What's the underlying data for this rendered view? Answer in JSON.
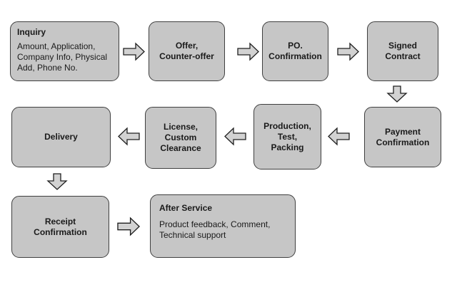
{
  "diagram": {
    "colors": {
      "background": "#ffffff",
      "box_fill": "#c6c6c6",
      "box_border": "#3f3f3f",
      "arrow_fill": "#d2d2d2",
      "arrow_border": "#1f1f1f"
    },
    "nodes": {
      "inquiry": {
        "title": "Inquiry",
        "body": "Amount, Application,\nCompany Info, Physical\nAdd, Phone No."
      },
      "offer": {
        "label": "Offer,\nCounter-offer"
      },
      "po_confirmation": {
        "label": "PO.\nConfirmation"
      },
      "signed_contract": {
        "label": "Signed\nContract"
      },
      "payment_confirmation": {
        "label": "Payment\nConfirmation"
      },
      "production": {
        "label": "Production,\nTest,\nPacking"
      },
      "license": {
        "label": "License,\nCustom\nClearance"
      },
      "delivery": {
        "label": "Delivery"
      },
      "receipt_confirmation": {
        "label": "Receipt\nConfirmation"
      },
      "after_service": {
        "title": "After Service",
        "body": "Product feedback, Comment,\nTechnical support"
      }
    },
    "arrows": [
      "right",
      "right",
      "right",
      "down",
      "left",
      "left",
      "left",
      "down",
      "right"
    ]
  }
}
